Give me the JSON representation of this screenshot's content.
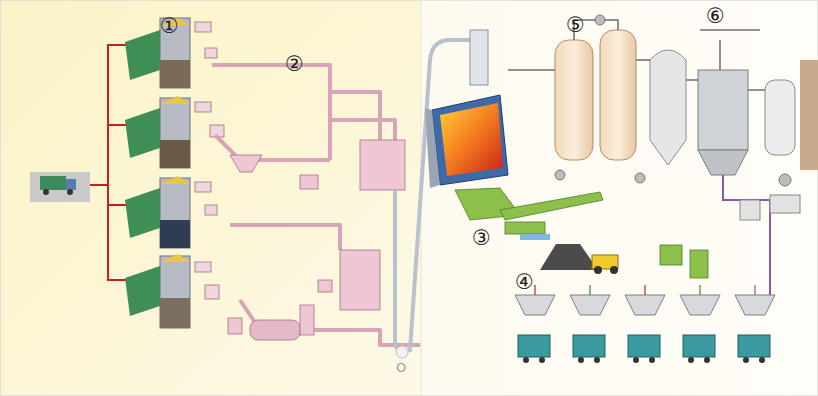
{
  "diagram": {
    "labels": [
      "①",
      "②",
      "③",
      "④",
      "⑤",
      "⑥",
      "O"
    ]
  }
}
